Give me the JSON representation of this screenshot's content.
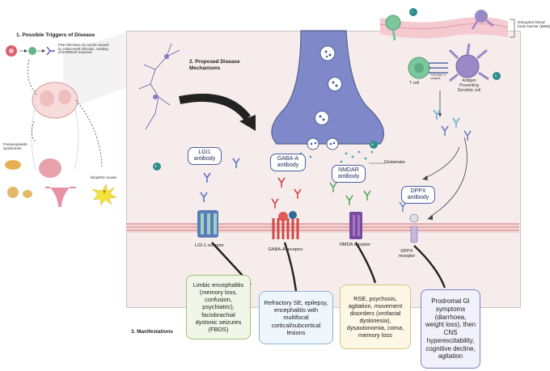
{
  "sections": {
    "triggers_title": "1. Possible Triggers of Disease",
    "mechanisms_title": "2. Proposed Disease Mechanisms",
    "manifestations_title": "3. Manifestations"
  },
  "triggers": {
    "hsve_note": "Post-infectious AE can be caused by initial HSVE infection, creating anti-NMDAR response",
    "paraneoplastic_label": "Paraneoplastic syndromes",
    "idiopathic_label": "Idiopathic causes",
    "question_mark": "?"
  },
  "bbb": {
    "label": "Disrupted blood brain barrier (BBB)",
    "t_cell": "T cell",
    "tcr_mhc": "TCR-MHC II complex",
    "apc": "Antigen Presenting Dendritic cell",
    "badge_i": "i",
    "badge_ii": "ii",
    "badge_iii": "iii",
    "badge_iv": "iv"
  },
  "antibodies": {
    "lgi1": "LGI1 antibody",
    "gabaa": "GABA-A antibody",
    "nmdar": "NMDAR antibody",
    "dppx": "DPPX antibody",
    "glutamate": "Glutamate"
  },
  "receptors": {
    "lgi1": "LGI-1 receptor",
    "gabaa": "GABA-A receptor",
    "nmda": "NMDA receptor",
    "dppx": "DPPX receptor"
  },
  "manifestations": [
    {
      "text": "Limbic encephalitis (memory loss, confusion, psychiatric), faciobrachial dystonic seizures (FBDS)"
    },
    {
      "text": "Refractory SE, epilepsy, encephalitis with multifocal cortical/subcortical lesions"
    },
    {
      "text": "RSE, psychosis, agitation, movement disorders (orofacial dyskinesia), dysautonomia, coma, memory loss"
    },
    {
      "text": "Prodromal GI symptoms (diarrhoea, weight loss), then CNS hyperexcitability, cognitive decline, agitation"
    }
  ],
  "colors": {
    "panel_bg": "#f6ecec",
    "membrane": "#e8b9b9",
    "axon": "#7f89c9",
    "box_green": "#f1f7e8",
    "box_blue": "#eef5fb",
    "box_yellow": "#fdf8e6",
    "box_purple": "#f1f1fb"
  }
}
